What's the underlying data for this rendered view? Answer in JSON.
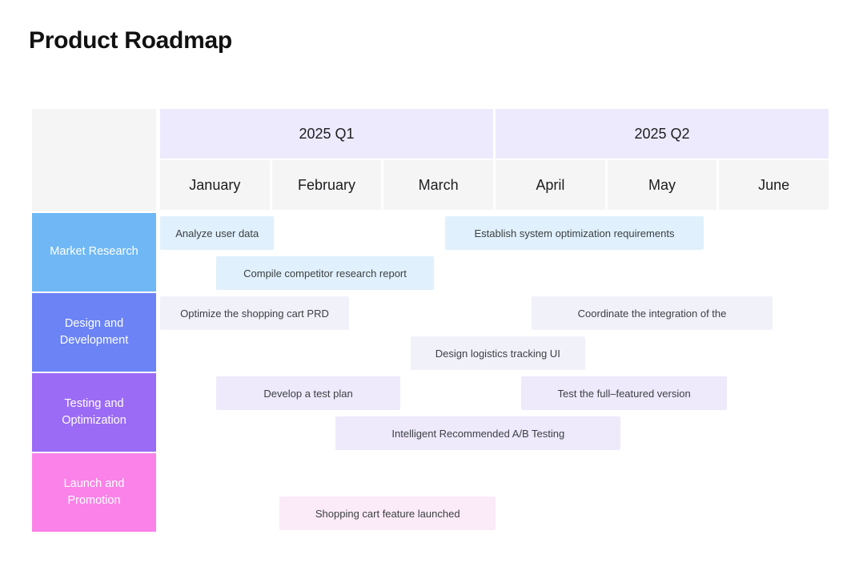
{
  "page": {
    "title": "Product Roadmap"
  },
  "chart_data": {
    "type": "bar",
    "title": "Product Roadmap",
    "xlabel": "",
    "ylabel": "",
    "grid": false,
    "legend": "none",
    "axis_unit": "month",
    "timeline": {
      "quarters": [
        {
          "label": "2025 Q1",
          "months": [
            "January",
            "February",
            "March"
          ]
        },
        {
          "label": "2025 Q2",
          "months": [
            "April",
            "May",
            "June"
          ]
        }
      ],
      "months": [
        "January",
        "February",
        "March",
        "April",
        "May",
        "June"
      ],
      "month_count": 6
    },
    "categories": [
      "Market Research",
      "Design and Development",
      "Testing and Optimization",
      "Launch and Promotion"
    ],
    "category_colors": [
      "#6FB8F5",
      "#6B83F5",
      "#9B6BF5",
      "#FA82E8"
    ],
    "bar_colors": [
      "#e0f0fc",
      "#f1f1fa",
      "#eee9fb",
      "#fbeaf7"
    ],
    "rows": [
      {
        "category": "Market Research",
        "color": "#6FB8F5",
        "bar_color": "#e0f0fc",
        "tasks": [
          {
            "label": "Analyze user data",
            "start_month": 0,
            "end_month": 1.02,
            "lane": 0
          },
          {
            "label": "Compile competitor research report",
            "start_month": 0.5,
            "end_month": 2.45,
            "lane": 1
          },
          {
            "label": "Establish system optimization requirements",
            "start_month": 2.55,
            "end_month": 4.86,
            "lane": 0
          }
        ]
      },
      {
        "category": "Design and Development",
        "color": "#6B83F5",
        "bar_color": "#f1f1fa",
        "tasks": [
          {
            "label": "Optimize the shopping cart PRD",
            "start_month": 0,
            "end_month": 1.69,
            "lane": 0
          },
          {
            "label": "Design logistics tracking UI",
            "start_month": 2.24,
            "end_month": 3.8,
            "lane": 1
          },
          {
            "label": "Coordinate the integration of the",
            "start_month": 3.32,
            "end_month": 5.48,
            "lane": 0
          }
        ]
      },
      {
        "category": "Testing and Optimization",
        "color": "#9B6BF5",
        "bar_color": "#eee9fb",
        "tasks": [
          {
            "label": "Develop a test plan",
            "start_month": 0.5,
            "end_month": 2.15,
            "lane": 0
          },
          {
            "label": "Intelligent Recommended A/B Testing",
            "start_month": 1.57,
            "end_month": 4.12,
            "lane": 1
          },
          {
            "label": "Test the full–featured version",
            "start_month": 3.23,
            "end_month": 5.07,
            "lane": 0
          }
        ]
      },
      {
        "category": "Launch and Promotion",
        "color": "#FA82E8",
        "bar_color": "#fbeaf7",
        "tasks": [
          {
            "label": "Shopping cart feature launched",
            "start_month": 1.07,
            "end_month": 3.0,
            "lane": 1
          }
        ]
      }
    ]
  }
}
